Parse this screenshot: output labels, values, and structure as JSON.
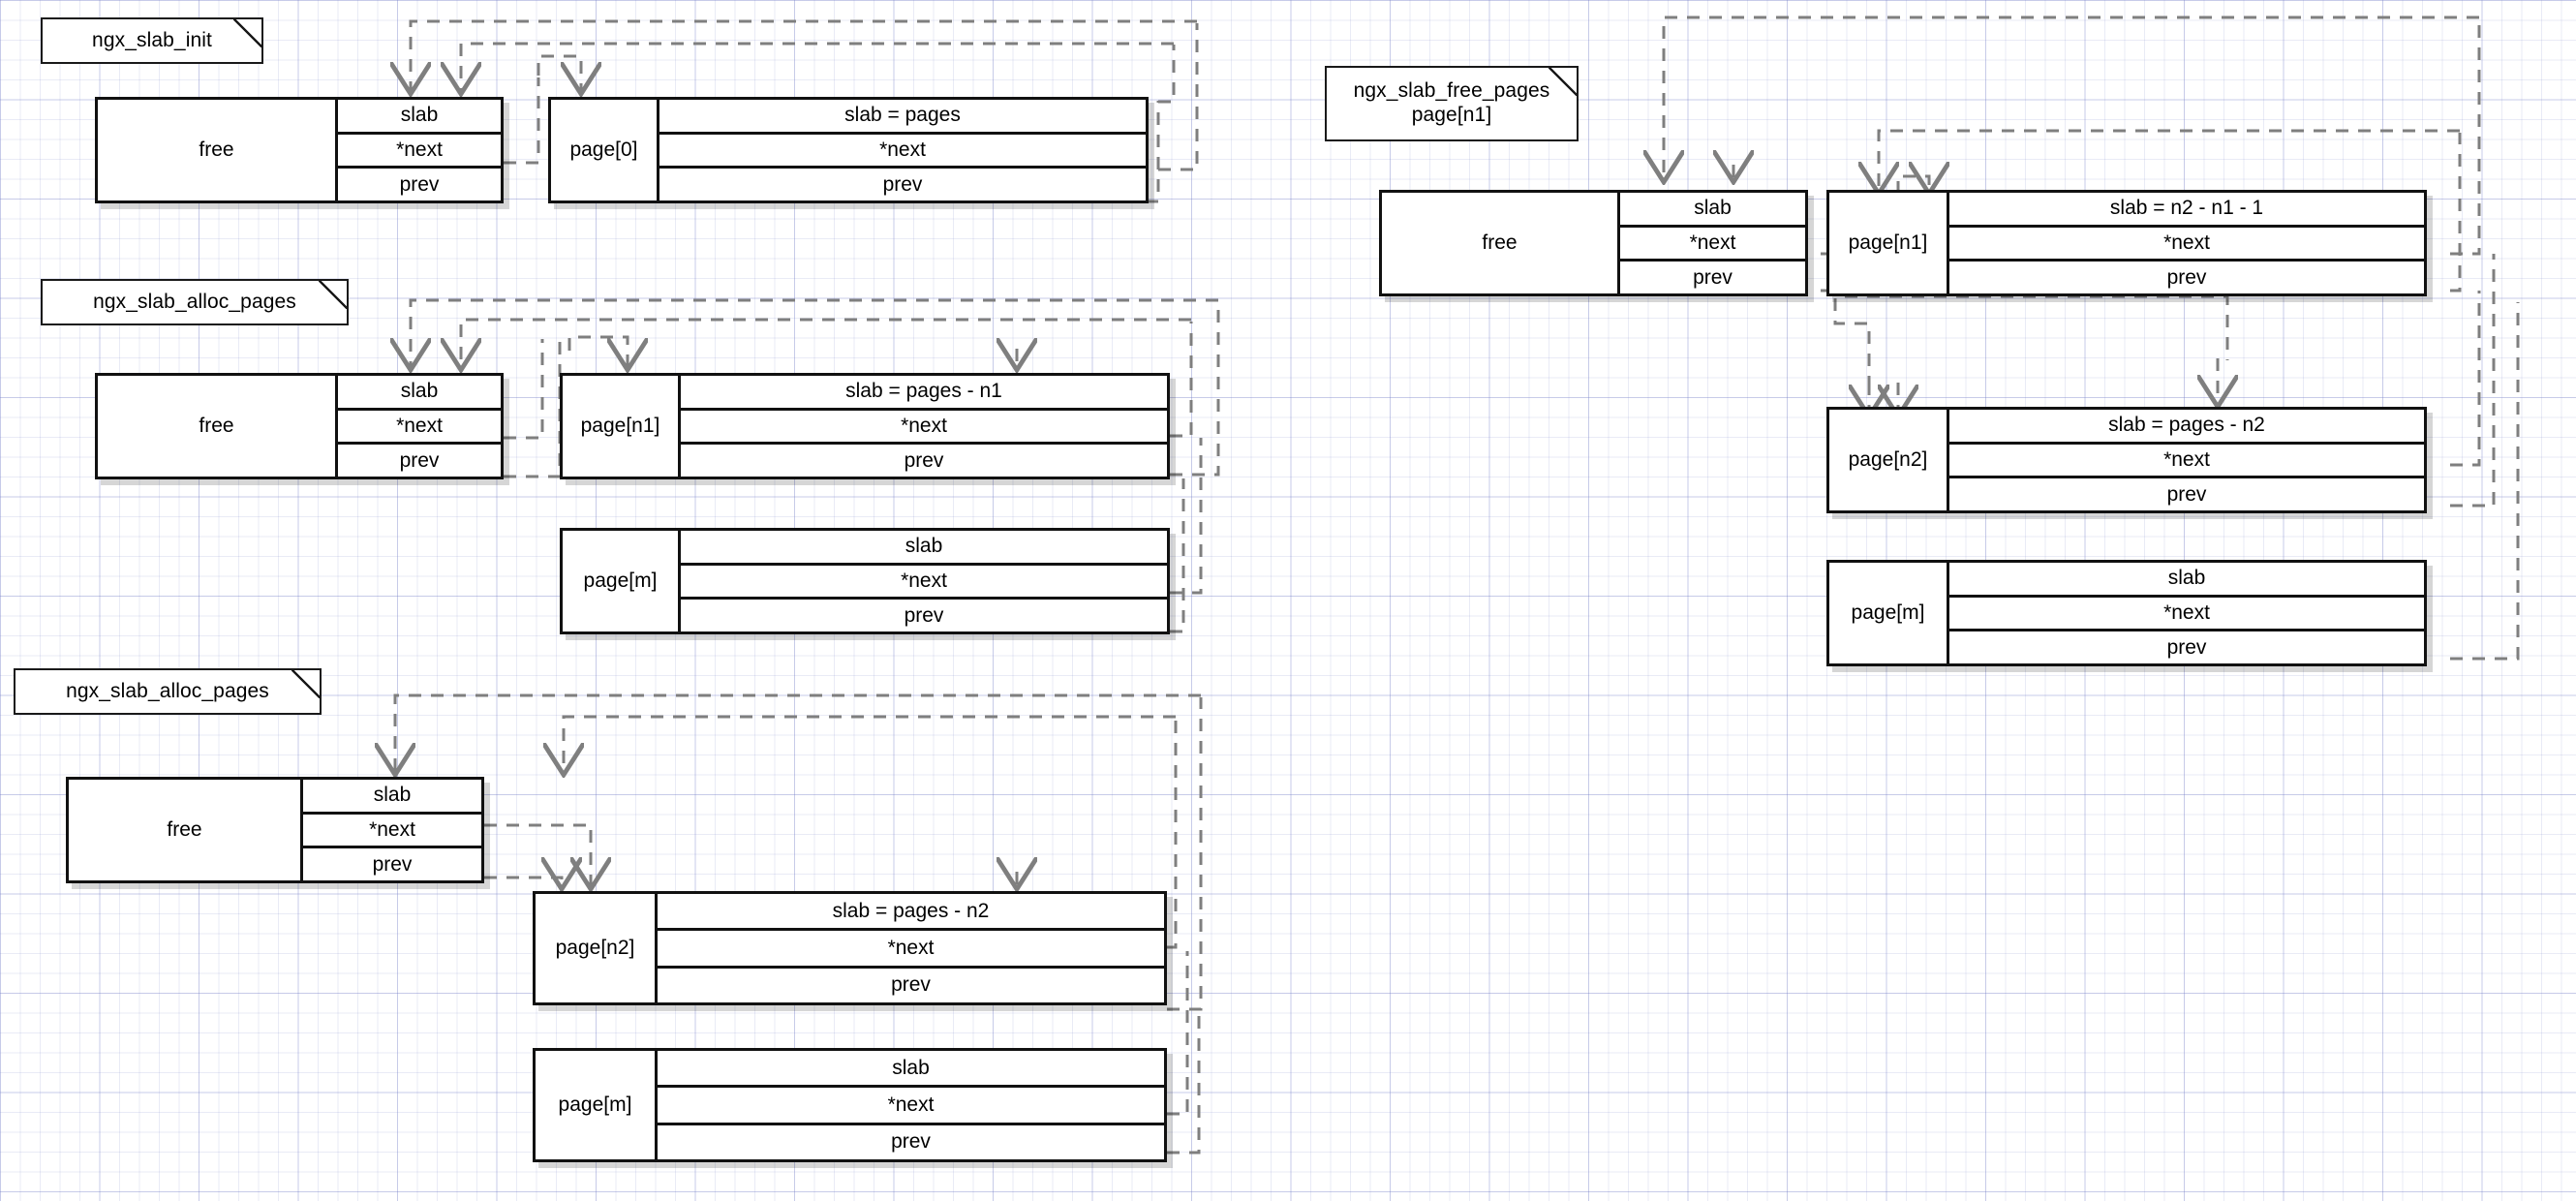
{
  "diagram": {
    "title": "nginx slab allocator page list states",
    "background": "graph-paper",
    "line_color": "#7f7f7f",
    "box_border_color": "#111111",
    "field_labels": {
      "slab": "slab",
      "next": "*next",
      "prev": "prev"
    }
  },
  "sections": [
    {
      "id": "init",
      "note": "ngx_slab_init",
      "note_lines": [
        "ngx_slab_init"
      ],
      "structs": [
        {
          "id": "init-free",
          "name": "free",
          "fields": [
            "slab",
            "*next",
            "prev"
          ]
        },
        {
          "id": "init-page0",
          "name": "page[0]",
          "fields": [
            "slab = pages",
            "*next",
            "prev"
          ]
        }
      ]
    },
    {
      "id": "alloc1",
      "note": "ngx_slab_alloc_pages",
      "note_lines": [
        "ngx_slab_alloc_pages"
      ],
      "structs": [
        {
          "id": "alloc1-free",
          "name": "free",
          "fields": [
            "slab",
            "*next",
            "prev"
          ]
        },
        {
          "id": "alloc1-pagen1",
          "name": "page[n1]",
          "fields": [
            "slab = pages - n1",
            "*next",
            "prev"
          ]
        },
        {
          "id": "alloc1-pagem",
          "name": "page[m]",
          "fields": [
            "slab",
            "*next",
            "prev"
          ]
        }
      ]
    },
    {
      "id": "alloc2",
      "note": "ngx_slab_alloc_pages",
      "note_lines": [
        "ngx_slab_alloc_pages"
      ],
      "structs": [
        {
          "id": "alloc2-free",
          "name": "free",
          "fields": [
            "slab",
            "*next",
            "prev"
          ]
        },
        {
          "id": "alloc2-pagen2",
          "name": "page[n2]",
          "fields": [
            "slab = pages - n2",
            "*next",
            "prev"
          ]
        },
        {
          "id": "alloc2-pagem",
          "name": "page[m]",
          "fields": [
            "slab",
            "*next",
            "prev"
          ]
        }
      ]
    },
    {
      "id": "free",
      "note": "ngx_slab_free_pages\npage[n1]",
      "note_lines": [
        "ngx_slab_free_pages",
        "page[n1]"
      ],
      "structs": [
        {
          "id": "free-free",
          "name": "free",
          "fields": [
            "slab",
            "*next",
            "prev"
          ]
        },
        {
          "id": "free-pagen1",
          "name": "page[n1]",
          "fields": [
            "slab = n2 - n1 - 1",
            "*next",
            "prev"
          ]
        },
        {
          "id": "free-pagen2",
          "name": "page[n2]",
          "fields": [
            "slab = pages - n2",
            "*next",
            "prev"
          ]
        },
        {
          "id": "free-pagem",
          "name": "page[m]",
          "fields": [
            "slab",
            "*next",
            "prev"
          ]
        }
      ]
    }
  ]
}
